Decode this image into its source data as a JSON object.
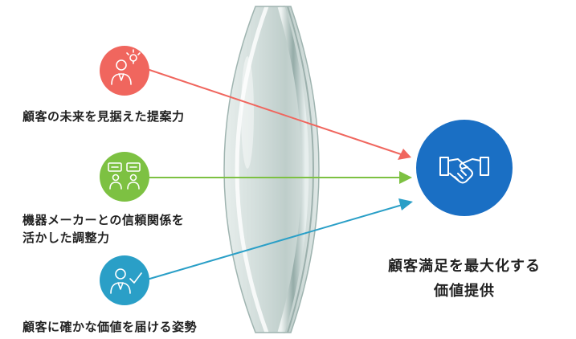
{
  "factors": [
    {
      "label": "顧客の未来を見据えた提案力",
      "icon": "businessman-idea-icon",
      "color": "#f0665e"
    },
    {
      "label": "機器メーカーとの信頼関係を\n活かした調整力",
      "icon": "meeting-discussion-icon",
      "color": "#7dc142"
    },
    {
      "label": "顧客に確かな価値を届ける姿勢",
      "icon": "businessman-check-icon",
      "color": "#2a9fc7"
    }
  ],
  "result": {
    "line1": "顧客満足を最大化する",
    "line2": "価値提供",
    "icon": "handshake-icon",
    "color": "#1a6fc4"
  }
}
